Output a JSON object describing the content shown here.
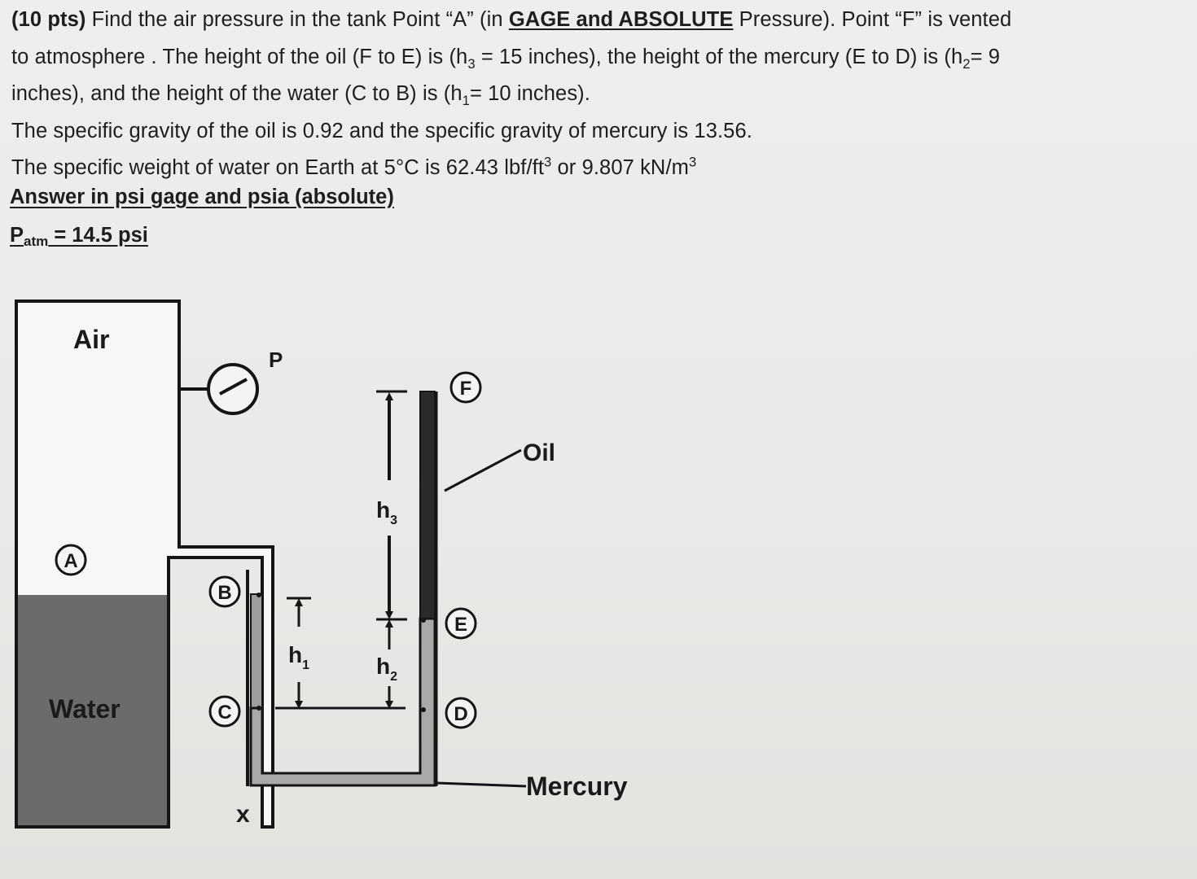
{
  "problem": {
    "pts": "(10 pts)",
    "line1_a": " Find the air pressure in the tank Point “A” (in ",
    "line1_emph": "GAGE and ABSOLUTE",
    "line1_b": " Pressure). Point “F” is vented",
    "line2_a": "to atmosphere . The height of the oil (F to E) is (h",
    "line2_sub1": "3",
    "line2_b": " = 15 inches), the height of the mercury (E to D) is (h",
    "line2_sub2": "2",
    "line2_c": "= 9",
    "line3_a": "inches), and the height of the water (C to B) is (h",
    "line3_sub": "1",
    "line3_b": "= 10 inches).",
    "line4": "The specific gravity of the oil is 0.92 and the specific gravity of mercury is 13.56.",
    "line5_a": "The specific weight of water on Earth at 5°C is 62.43 lbf/ft",
    "line5_sup1": "3",
    "line5_b": " or 9.807 kN/m",
    "line5_sup2": "3"
  },
  "answer_heading": "Answer in psi gage and psia (absolute)",
  "patm": {
    "p": "P",
    "sub": "atm",
    "value": " = 14.5 psi"
  },
  "diagram": {
    "air_label": "Air",
    "water_label": "Water",
    "gauge_label": "P",
    "oil_label": "Oil",
    "mercury_label": "Mercury",
    "point_a": "A",
    "point_b": "B",
    "point_c": "C",
    "point_d": "D",
    "point_e": "E",
    "point_f": "F",
    "h1": "h",
    "h1_sub": "1",
    "h2": "h",
    "h2_sub": "2",
    "h3": "h",
    "h3_sub": "3",
    "x_label": "x"
  },
  "colors": {
    "water": "#6b6b6a",
    "mercury": "#a9a9a8",
    "oil": "#2a2a2a",
    "outline": "#151515"
  }
}
